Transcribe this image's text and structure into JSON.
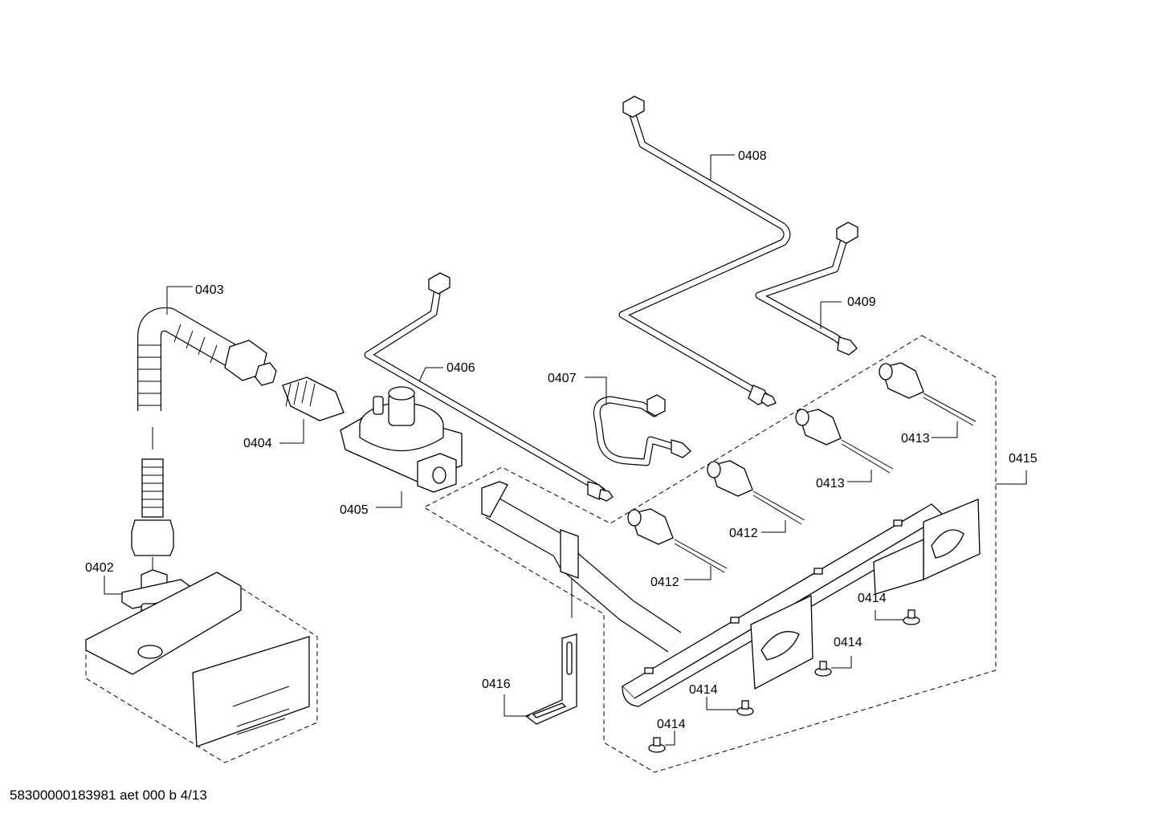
{
  "labels": {
    "p0402": "0402",
    "p0403": "0403",
    "p0404": "0404",
    "p0405": "0405",
    "p0406": "0406",
    "p0407": "0407",
    "p0408": "0408",
    "p0409": "0409",
    "p0412a": "0412",
    "p0412b": "0412",
    "p0413a": "0413",
    "p0413b": "0413",
    "p0414a": "0414",
    "p0414b": "0414",
    "p0414c": "0414",
    "p0414d": "0414",
    "p0415": "0415",
    "p0416": "0416"
  },
  "footer": "58300000183981 aet 000 b 4/13"
}
